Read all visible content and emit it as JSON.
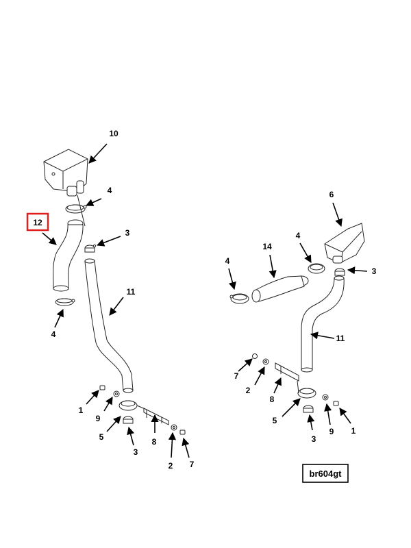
{
  "callouts": {
    "left": {
      "c10": "10",
      "c4_top": "4",
      "c12": "12",
      "c3": "3",
      "c11": "11",
      "c4_bottom": "4",
      "c1": "1",
      "c9": "9",
      "c5": "5",
      "c3_bottom": "3",
      "c8": "8",
      "c2": "2",
      "c7": "7"
    },
    "right": {
      "c6": "6",
      "c4_mid": "4",
      "c14": "14",
      "c4_left": "4",
      "c3": "3",
      "c11": "11",
      "c7": "7",
      "c2": "2",
      "c8": "8",
      "c5": "5",
      "c3_bottom": "3",
      "c9": "9",
      "c1": "1"
    }
  },
  "highlighted_callout": "12",
  "reference_code": "br604gt",
  "colors": {
    "highlight": "#e02020",
    "ink": "#000000"
  }
}
